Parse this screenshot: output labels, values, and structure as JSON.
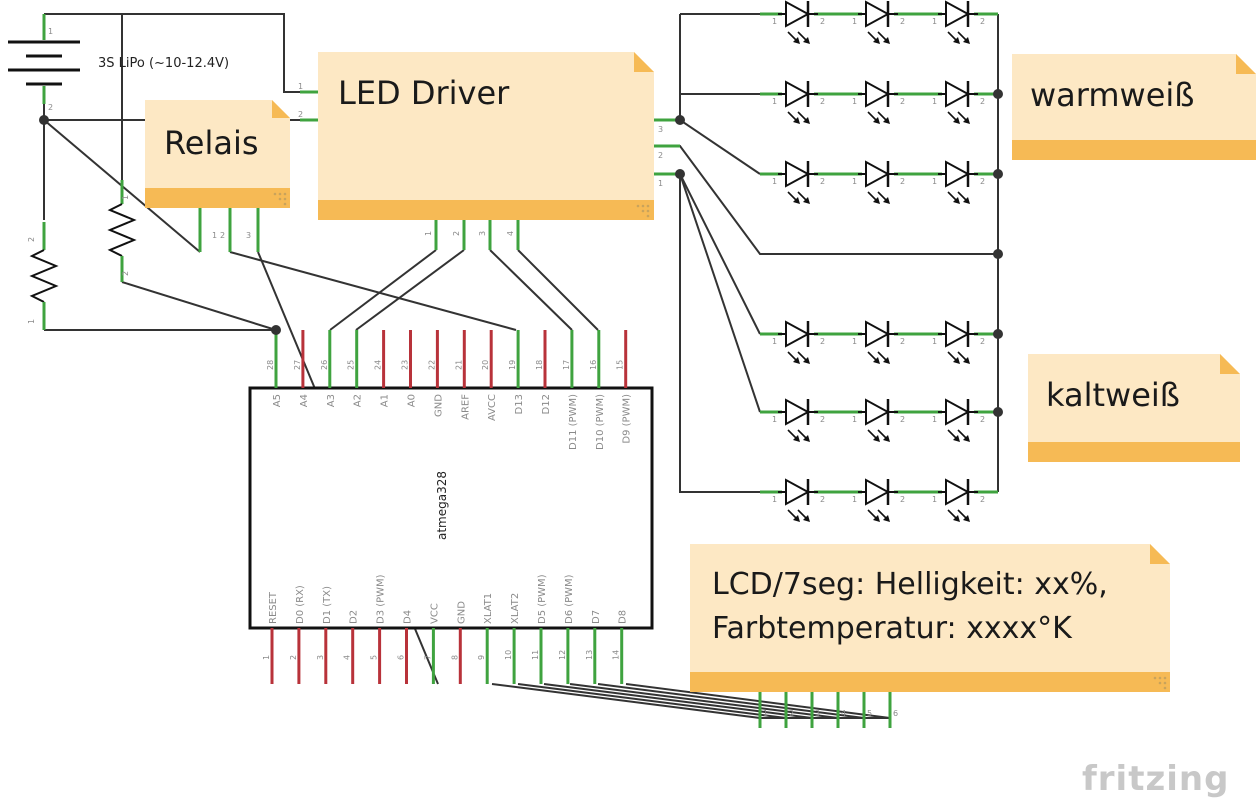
{
  "battery": {
    "label": "3S LiPo (~10-12.4V)"
  },
  "notes": {
    "led_driver": "LED Driver",
    "relais": "Relais",
    "warmweiss": "warmweiß",
    "kaltweiss": "kaltweiß",
    "lcd_line1": "LCD/7seg: Helligkeit: xx%,",
    "lcd_line2": "Farbtemperatur: xxxx°K"
  },
  "chip": {
    "title": "atmega328",
    "top_pins": [
      {
        "num": "28",
        "label": "A5",
        "color": "green"
      },
      {
        "num": "27",
        "label": "A4",
        "color": "red"
      },
      {
        "num": "26",
        "label": "A3",
        "color": "green"
      },
      {
        "num": "25",
        "label": "A2",
        "color": "green"
      },
      {
        "num": "24",
        "label": "A1",
        "color": "red"
      },
      {
        "num": "23",
        "label": "A0",
        "color": "red"
      },
      {
        "num": "22",
        "label": "GND",
        "color": "red"
      },
      {
        "num": "21",
        "label": "AREF",
        "color": "red"
      },
      {
        "num": "20",
        "label": "AVCC",
        "color": "red"
      },
      {
        "num": "19",
        "label": "D13",
        "color": "green"
      },
      {
        "num": "18",
        "label": "D12",
        "color": "red"
      },
      {
        "num": "17",
        "label": "D11 (PWM)",
        "color": "green"
      },
      {
        "num": "16",
        "label": "D10 (PWM)",
        "color": "green"
      },
      {
        "num": "15",
        "label": "D9 (PWM)",
        "color": "red"
      }
    ],
    "bottom_pins": [
      {
        "num": "1",
        "label": "RESET",
        "color": "red"
      },
      {
        "num": "2",
        "label": "D0 (RX)",
        "color": "red"
      },
      {
        "num": "3",
        "label": "D1 (TX)",
        "color": "red"
      },
      {
        "num": "4",
        "label": "D2",
        "color": "red"
      },
      {
        "num": "5",
        "label": "D3 (PWM)",
        "color": "red"
      },
      {
        "num": "6",
        "label": "D4",
        "color": "red"
      },
      {
        "num": "7",
        "label": "VCC",
        "color": "green"
      },
      {
        "num": "8",
        "label": "GND",
        "color": "red"
      },
      {
        "num": "9",
        "label": "XLAT1",
        "color": "green"
      },
      {
        "num": "10",
        "label": "XLAT2",
        "color": "green"
      },
      {
        "num": "11",
        "label": "D5 (PWM)",
        "color": "green"
      },
      {
        "num": "12",
        "label": "D6 (PWM)",
        "color": "green"
      },
      {
        "num": "13",
        "label": "D7",
        "color": "green"
      },
      {
        "num": "14",
        "label": "D8",
        "color": "green"
      }
    ]
  },
  "pin_numbers": {
    "driver_left": [
      "1",
      "2"
    ],
    "driver_right": [
      "3",
      "2",
      "1"
    ],
    "driver_bottom": [
      "1",
      "2",
      "3",
      "4"
    ],
    "relais_bottom": [
      "1",
      "2",
      "3"
    ],
    "lcd_bottom": [
      "1",
      "2",
      "3",
      "4",
      "5",
      "6"
    ],
    "resistor": [
      "2",
      "1"
    ],
    "battery": [
      "1",
      "2"
    ],
    "led": [
      "1",
      "2"
    ]
  },
  "brand": "fritzing"
}
